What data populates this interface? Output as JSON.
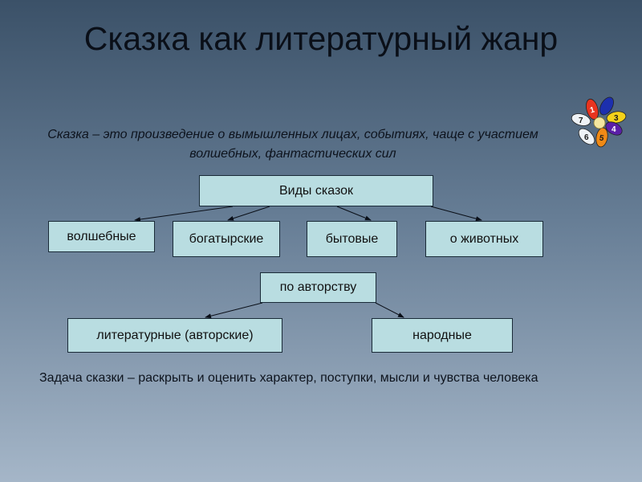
{
  "slide": {
    "title": "Сказка как литературный жанр",
    "definition": "Сказка – это произведение о вымышленных лицах, событиях, чаще с участием волшебных, фантастических сил",
    "task": "Задача сказки – раскрыть и оценить характер, поступки, мысли и чувства человека"
  },
  "diagram": {
    "root": "Виды сказок",
    "kinds": [
      "волшебные",
      "богатырские",
      "бытовые",
      "о животных"
    ],
    "authorship_node": "по авторству",
    "authorship_kinds": [
      "литературные (авторские)",
      "народные"
    ]
  },
  "flower": {
    "petal_numbers": [
      "1",
      "3",
      "4",
      "5",
      "6",
      "7"
    ],
    "colors": {
      "red": "#e8341f",
      "blue": "#1c2fae",
      "yellow": "#f4d21a",
      "purple": "#5a1fa8",
      "orange": "#f08a16",
      "white": "#eef2f6",
      "center": "#f3e6a0"
    }
  },
  "colors": {
    "box_fill": "#b9dde1",
    "box_border": "#1a2b38",
    "background_top": "#3b5168",
    "background_bottom": "#a5b6c8"
  }
}
